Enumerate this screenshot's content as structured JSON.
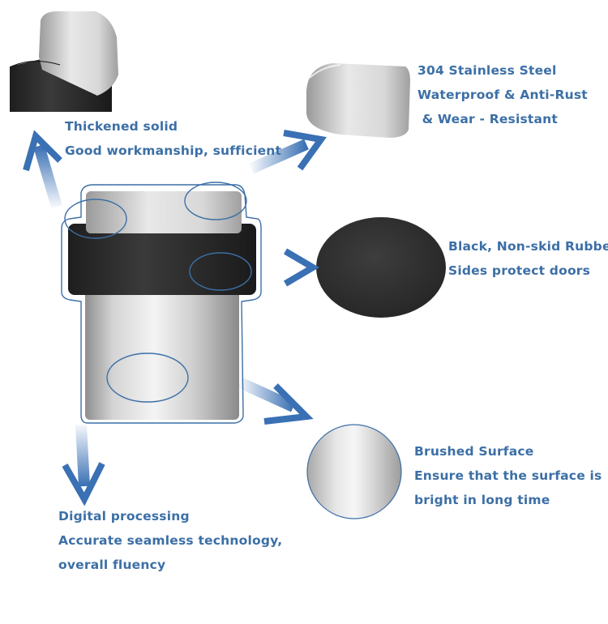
{
  "colors": {
    "label_blue": "#3c6fa6",
    "arrow_blue": "#3a70b4",
    "rubber_black": "#2b2b2b",
    "steel": "#c9c9c9"
  },
  "callouts": {
    "top_left": {
      "line1": "Thickened solid",
      "line2": "Good workmanship, sufficient"
    },
    "top_right": {
      "line1": "304 Stainless Steel",
      "line2": "Waterproof & Anti-Rust",
      "line3": " & Wear - Resistant"
    },
    "middle_right": {
      "line1": "Black, Non-skid Rubber",
      "line2": "Sides protect doors"
    },
    "bottom_right": {
      "line1": "Brushed Surface",
      "line2": "Ensure that the surface is",
      "line3": "bright in long time"
    },
    "bottom_left": {
      "line1": "Digital processing",
      "line2": "Accurate seamless technology,",
      "line3": "overall fluency"
    }
  },
  "icons": [
    "arrow-up-left-icon",
    "arrow-right-up-icon",
    "arrow-right-icon",
    "arrow-right-down-icon",
    "arrow-down-icon"
  ]
}
